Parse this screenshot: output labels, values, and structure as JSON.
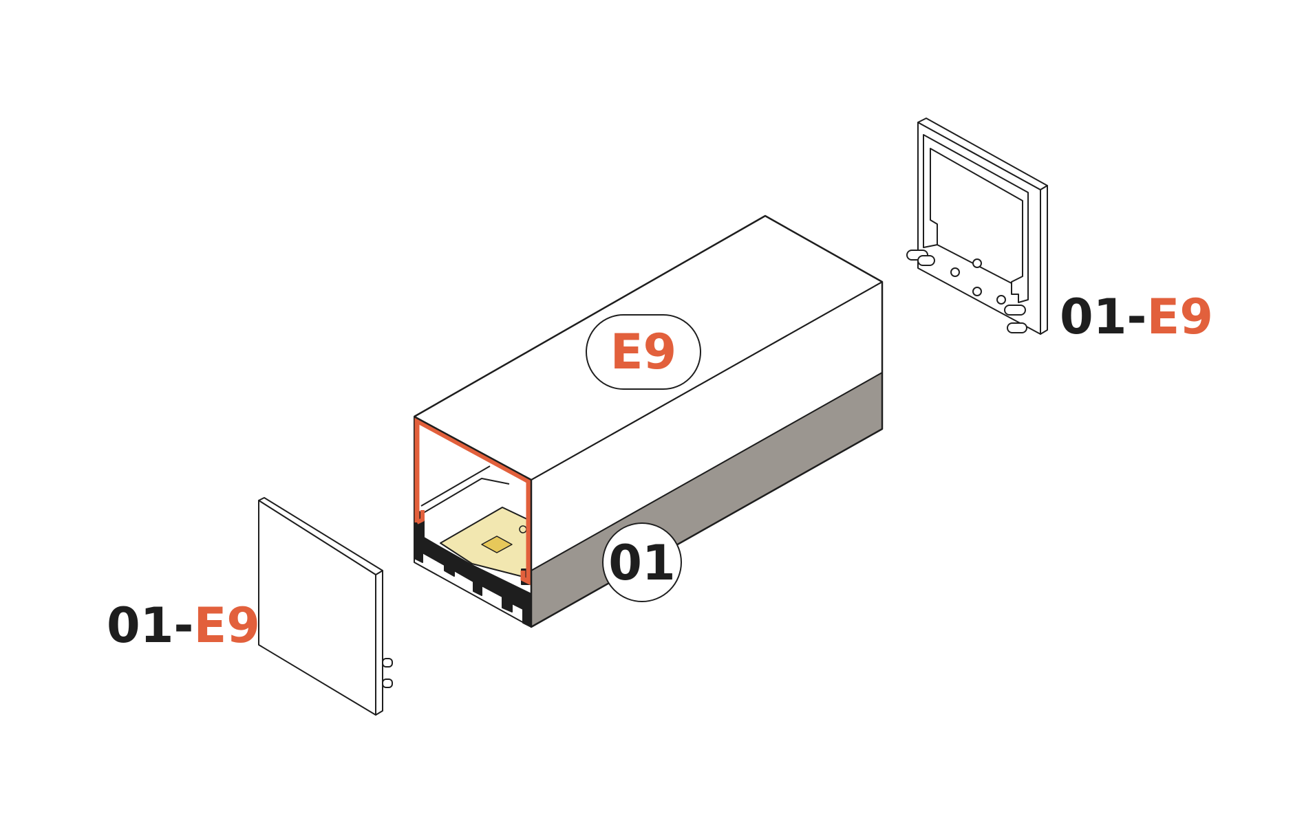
{
  "colors": {
    "accent": "#e2603c",
    "dark": "#1e1e1e",
    "housing_side": "#9b9690",
    "led_strip": "#f2e7b0",
    "led_chip": "#e7c85a"
  },
  "labels": {
    "diffuser": "E9",
    "profile": "01",
    "cap_left_prefix": "01-",
    "cap_left_suffix": "E9",
    "cap_right_prefix": "01-",
    "cap_right_suffix": "E9"
  }
}
